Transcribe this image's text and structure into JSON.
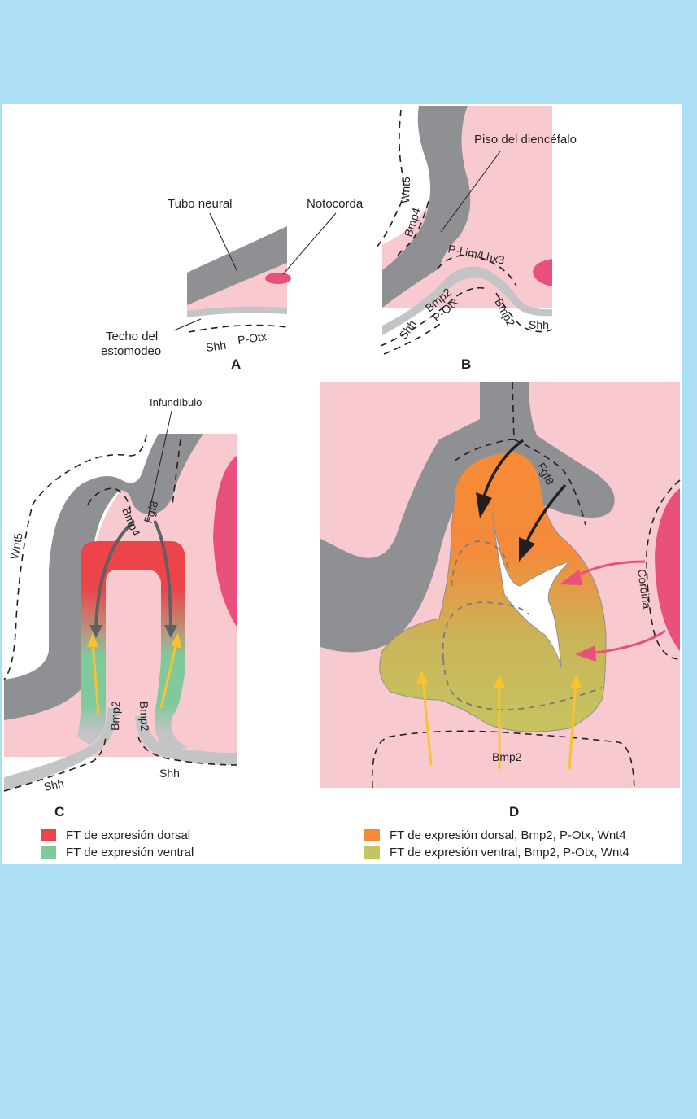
{
  "colors": {
    "background": "#acdff6",
    "panel": "#ffffff",
    "neural_tube": "#8f9093",
    "mesenchyme": "#f8cacf",
    "ectoderm": "#c3c4c6",
    "notochord": "#e9507b",
    "dorsal_tf_C": "#ec4449",
    "ventral_tf_C": "#7fc99b",
    "dorsal_tf_D": "#f68a36",
    "ventral_tf_D": "#c5c560",
    "arrow_grey": "#5f6062",
    "arrow_yellow": "#f9c22e",
    "arrow_pink": "#e9507b"
  },
  "panels": {
    "A": {
      "letter": "A",
      "labels": {
        "neural_tube": "Tubo neural",
        "notochord": "Notocorda",
        "stomodeum_roof_line1": "Techo del",
        "stomodeum_roof_line2": "estomodeo",
        "shh": "Shh",
        "potx": "P-Otx"
      }
    },
    "B": {
      "letter": "B",
      "labels": {
        "diencephalon_floor": "Piso del diencéfalo",
        "wnt5": "Wnt5",
        "bmp4": "Bmp4",
        "plim": "P-Lim/Lhx3",
        "shh_left": "Shh",
        "bmp2_left": "Bmp2",
        "potx": "P-Otx",
        "bmp2_right": "Bmp2",
        "shh_right": "Shh"
      }
    },
    "C": {
      "letter": "C",
      "labels": {
        "infundibulum": "Infundíbulo",
        "wnt5": "Wnt5",
        "bmp4": "Bmp4",
        "fgf8": "Fgf8",
        "bmp2_left": "Bmp2",
        "bmp2_right": "Bmp2",
        "shh_left": "Shh",
        "shh_right": "Shh"
      },
      "legend": [
        {
          "label": "FT de expresión dorsal",
          "color": "#ec4449"
        },
        {
          "label": "FT de expresión ventral",
          "color": "#7fc99b"
        }
      ]
    },
    "D": {
      "letter": "D",
      "labels": {
        "fgf8": "Fgf8",
        "chordin": "Cordina",
        "bmp2": "Bmp2"
      },
      "legend": [
        {
          "label": "FT de expresión dorsal, Bmp2, P-Otx, Wnt4",
          "color": "#f68a36"
        },
        {
          "label": "FT de expresión ventral, Bmp2, P-Otx, Wnt4",
          "color": "#c5c560"
        }
      ]
    }
  }
}
